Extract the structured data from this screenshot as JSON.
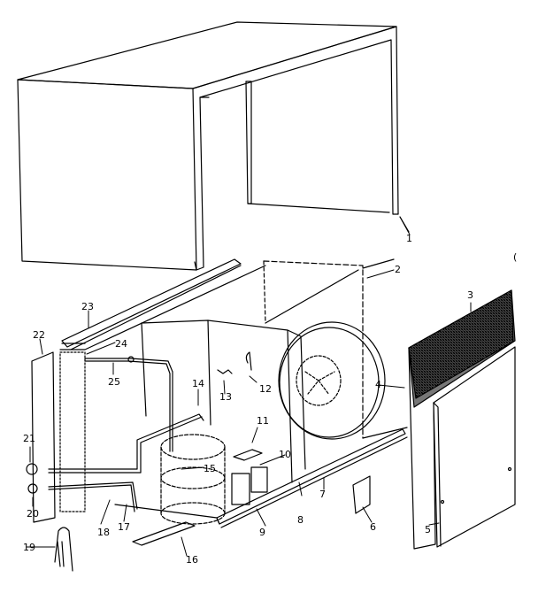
{
  "diagram": {
    "type": "exploded-parts-diagram",
    "subject": "room air conditioner cabinet and chassis",
    "colors": {
      "line": "#000000",
      "background": "#ffffff"
    },
    "callouts": [
      {
        "id": "c1",
        "label": "1"
      },
      {
        "id": "c2",
        "label": "2"
      },
      {
        "id": "c3",
        "label": "3"
      },
      {
        "id": "c4",
        "label": "4"
      },
      {
        "id": "c5",
        "label": "5"
      },
      {
        "id": "c6",
        "label": "6"
      },
      {
        "id": "c7",
        "label": "7"
      },
      {
        "id": "c8",
        "label": "8"
      },
      {
        "id": "c9",
        "label": "9"
      },
      {
        "id": "c10",
        "label": "10"
      },
      {
        "id": "c11",
        "label": "11"
      },
      {
        "id": "c12",
        "label": "12"
      },
      {
        "id": "c13",
        "label": "13"
      },
      {
        "id": "c14",
        "label": "14"
      },
      {
        "id": "c15",
        "label": "15"
      },
      {
        "id": "c16",
        "label": "16"
      },
      {
        "id": "c17",
        "label": "17"
      },
      {
        "id": "c18",
        "label": "18"
      },
      {
        "id": "c19",
        "label": "19"
      },
      {
        "id": "c20",
        "label": "20"
      },
      {
        "id": "c21",
        "label": "21"
      },
      {
        "id": "c22",
        "label": "22"
      },
      {
        "id": "c23",
        "label": "23"
      },
      {
        "id": "c24",
        "label": "24"
      },
      {
        "id": "c25",
        "label": "25"
      }
    ],
    "stray_mark": "("
  }
}
